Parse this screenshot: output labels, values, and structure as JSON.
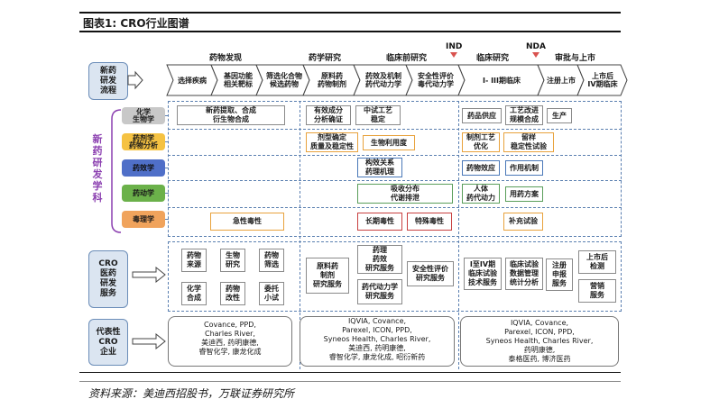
{
  "title": "图表1: CRO行业图谱",
  "source": "资料来源：美迪西招股书，万联证券研究所",
  "left_categories": {
    "process": "新药\n研发\n流程",
    "cro": "CRO\n医药\n研发\n服务",
    "companies": "代表性\nCRO\n企业"
  },
  "discipline_label": "新药研发学科",
  "stages": [
    "药物发现",
    "药学研究",
    "临床前研究",
    "临床研究",
    "审批与上市"
  ],
  "markers": [
    "IND",
    "NDA"
  ],
  "process_steps": [
    "选择疾病",
    "基因功能\n相关靶标",
    "筛选化合物\n候选药物",
    "原料药\n药物制剂",
    "药效及机制\n药代动力学",
    "安全性评价\n毒代动力学",
    "I- III期临床",
    "注册上市",
    "上市后\nIV期临床"
  ],
  "disciplines": [
    "化学\n生物学",
    "药剂学\n药物分析",
    "药效学",
    "药动学",
    "毒理学"
  ],
  "discipline_boxes": {
    "b1": "新药提取、合成\n衍生物合成",
    "b2": "有效成分\n分析确证",
    "b3": "中试工艺\n稳定",
    "b4": "药品供应",
    "b5": "工艺改进\n规模合成",
    "b6": "生产",
    "b7": "剂型确定\n质量及稳定性",
    "b8": "生物利用度",
    "b9": "制剂工艺\n优化",
    "b10": "留样\n稳定性试验",
    "b11": "构效关系\n药理机理",
    "b12": "药物效应",
    "b13": "作用机制",
    "b14": "吸收分布\n代谢排泄",
    "b15": "人体\n药代动力",
    "b16": "用药方案",
    "b17": "急性毒性",
    "b18": "长期毒性",
    "b19": "特殊毒性",
    "b20": "补充试验"
  },
  "cro_services": {
    "s1": "药物\n来源",
    "s2": "生物\n研究",
    "s3": "药物\n筛选",
    "s4": "化学\n合成",
    "s5": "药物\n改性",
    "s6": "委托\n小试",
    "s7": "原料药\n制剂\n研究服务",
    "s8": "药理\n药效\n研究服务",
    "s9": "药代动力学\n研究服务",
    "s10": "安全性评价\n研究服务",
    "s11": "I至IV期\n临床试验\n技术服务",
    "s12": "临床试验\n数据管理\n统计分析",
    "s13": "注册\n申报\n服务",
    "s14": "上市后\n检测",
    "s15": "营销\n服务"
  },
  "companies": {
    "c1": "Covance, PPD,\nCharles River,\n美迪西, 药明康德,\n睿智化学, 康龙化成",
    "c2": "IQVIA, Covance,\nParexel, ICON, PPD,\nSyneos Health, Charles River,\n美迪西, 药明康德,\n睿智化学, 康龙化成, 昭衍新药",
    "c3": "IQVIA, Covance,\nParexel, ICON, PPD,\nSyneos Health, Charles River,\n药明康德,\n泰格医药, 博济医药"
  }
}
